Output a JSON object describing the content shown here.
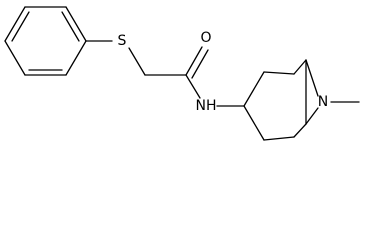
{
  "molecule": {
    "atom_labels": {
      "sulfur": "S",
      "oxygen": "O",
      "amide_nitrogen": "NH",
      "bridge_nitrogen": "N"
    },
    "colors": {
      "bond": "#000000",
      "label": "#000000",
      "background": "#ffffff"
    }
  }
}
